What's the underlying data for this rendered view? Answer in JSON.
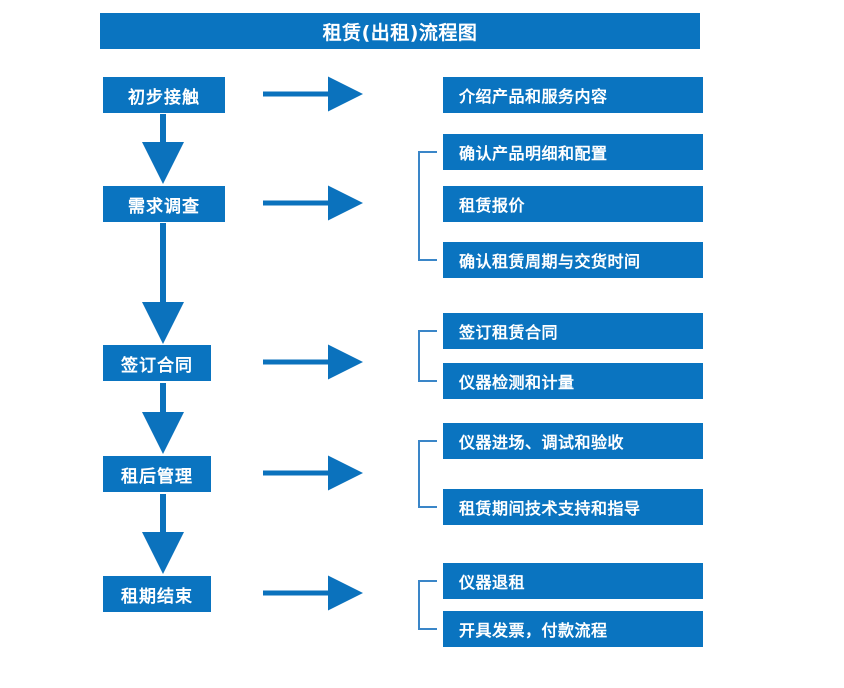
{
  "title": "租赁(出租)流程图",
  "theme": {
    "box_fill": "#0a74c0",
    "box_text": "#ffffff",
    "arrow_color": "#0b72bd",
    "bracket_color": "#3a86c8",
    "page_background": "#ffffff"
  },
  "stages": [
    {
      "label": "初步接触"
    },
    {
      "label": "需求调查"
    },
    {
      "label": "签订合同"
    },
    {
      "label": "租后管理"
    },
    {
      "label": "租期结束"
    }
  ],
  "detail_groups": [
    {
      "stage": "初步接触",
      "has_bracket": false,
      "items": [
        {
          "label": "介绍产品和服务内容"
        }
      ]
    },
    {
      "stage": "需求调查",
      "has_bracket": true,
      "items": [
        {
          "label": "确认产品明细和配置"
        },
        {
          "label": "租赁报价"
        },
        {
          "label": "确认租赁周期与交货时间"
        }
      ]
    },
    {
      "stage": "签订合同",
      "has_bracket": true,
      "items": [
        {
          "label": "签订租赁合同"
        },
        {
          "label": "仪器检测和计量"
        }
      ]
    },
    {
      "stage": "租后管理",
      "has_bracket": true,
      "items": [
        {
          "label": "仪器进场、调试和验收"
        },
        {
          "label": "租赁期间技术支持和指导"
        }
      ]
    },
    {
      "stage": "租期结束",
      "has_bracket": true,
      "items": [
        {
          "label": "仪器退租"
        },
        {
          "label": "开具发票，付款流程"
        }
      ]
    }
  ],
  "connectors": {
    "vertical_arrow_name": "down-arrow-icon",
    "horizontal_arrow_name": "right-arrow-icon",
    "bracket_name": "brace-bracket-icon",
    "vertical_arrow_count": 4,
    "horizontal_arrow_count": 5
  }
}
